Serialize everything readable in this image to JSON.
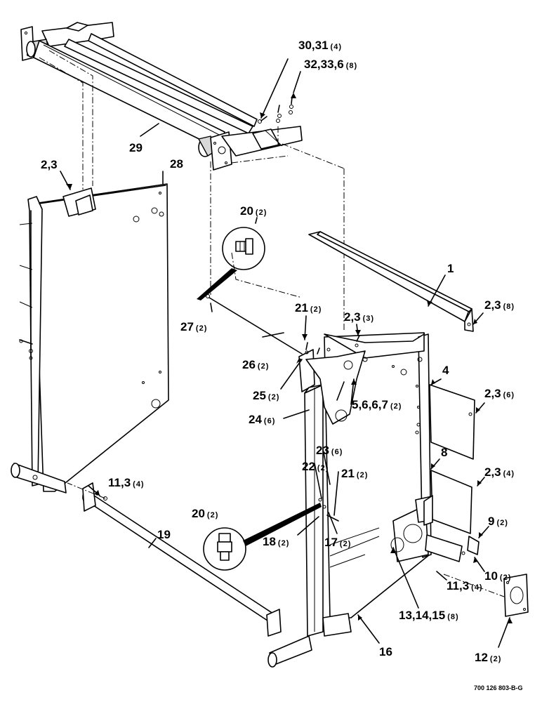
{
  "callouts": [
    {
      "id": "c1",
      "num": "30,31",
      "qty": "(4)"
    },
    {
      "id": "c2",
      "num": "32,33,6",
      "qty": "(8)"
    },
    {
      "id": "c3",
      "num": "29",
      "qty": ""
    },
    {
      "id": "c4",
      "num": "2,3",
      "qty": ""
    },
    {
      "id": "c5",
      "num": "28",
      "qty": ""
    },
    {
      "id": "c6",
      "num": "20",
      "qty": "(2)"
    },
    {
      "id": "c7",
      "num": "1",
      "qty": ""
    },
    {
      "id": "c8",
      "num": "21",
      "qty": "(2)"
    },
    {
      "id": "c9",
      "num": "2,3",
      "qty": "(3)"
    },
    {
      "id": "c10",
      "num": "2,3",
      "qty": "(8)"
    },
    {
      "id": "c11",
      "num": "27",
      "qty": "(2)"
    },
    {
      "id": "c12",
      "num": "26",
      "qty": "(2)"
    },
    {
      "id": "c13",
      "num": "4",
      "qty": ""
    },
    {
      "id": "c14",
      "num": "25",
      "qty": "(2)"
    },
    {
      "id": "c15",
      "num": "2,3",
      "qty": "(6)"
    },
    {
      "id": "c16",
      "num": "5,6,6,7",
      "qty": "(2)"
    },
    {
      "id": "c17",
      "num": "24",
      "qty": "(6)"
    },
    {
      "id": "c18",
      "num": "8",
      "qty": ""
    },
    {
      "id": "c19",
      "num": "23",
      "qty": "(6)"
    },
    {
      "id": "c20",
      "num": "2,3",
      "qty": "(4)"
    },
    {
      "id": "c21",
      "num": "22",
      "qty": "(2)"
    },
    {
      "id": "c22",
      "num": "11,3",
      "qty": "(4)"
    },
    {
      "id": "c23",
      "num": "21",
      "qty": "(2)"
    },
    {
      "id": "c24",
      "num": "9",
      "qty": "(2)"
    },
    {
      "id": "c25",
      "num": "20",
      "qty": "(2)"
    },
    {
      "id": "c26",
      "num": "19",
      "qty": ""
    },
    {
      "id": "c27",
      "num": "18",
      "qty": "(2)"
    },
    {
      "id": "c28",
      "num": "17",
      "qty": "(2)"
    },
    {
      "id": "c29",
      "num": "10",
      "qty": "(2)"
    },
    {
      "id": "c30",
      "num": "11,3",
      "qty": "(4)"
    },
    {
      "id": "c31",
      "num": "13,14,15",
      "qty": "(8)"
    },
    {
      "id": "c32",
      "num": "16",
      "qty": ""
    },
    {
      "id": "c33",
      "num": "12",
      "qty": "(2)"
    }
  ],
  "drawing_code": "700 126 803-B-G"
}
